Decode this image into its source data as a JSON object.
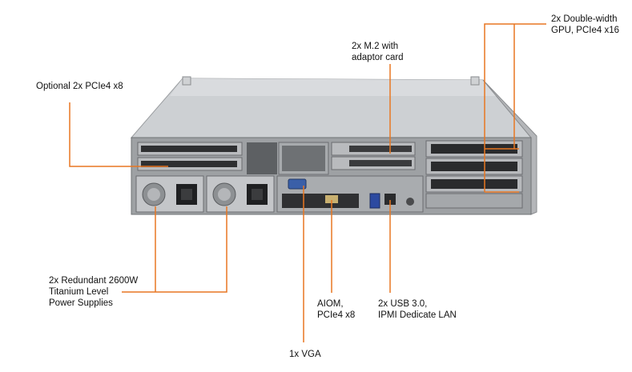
{
  "callouts": {
    "gpu": {
      "line1": "2x Double-width",
      "line2": "GPU, PCIe4 x16"
    },
    "m2": {
      "line1": "2x M.2 with",
      "line2": "adaptor card"
    },
    "pcie_opt": {
      "line1": "Optional 2x PCIe4 x8"
    },
    "psu": {
      "line1": "2x Redundant 2600W",
      "line2": "Titanium Level",
      "line3": "Power Supplies"
    },
    "aiom": {
      "line1": "AIOM,",
      "line2": "PCIe4 x8"
    },
    "usb": {
      "line1": "2x USB 3.0,",
      "line2": "IPMI  Dedicate LAN"
    },
    "vga": {
      "line1": "1x VGA"
    }
  },
  "colors": {
    "leader": "#e87722",
    "chassis_top": "#c8c9cb",
    "chassis_back": "#8e9093",
    "dark_slot": "#2a2b2d"
  }
}
